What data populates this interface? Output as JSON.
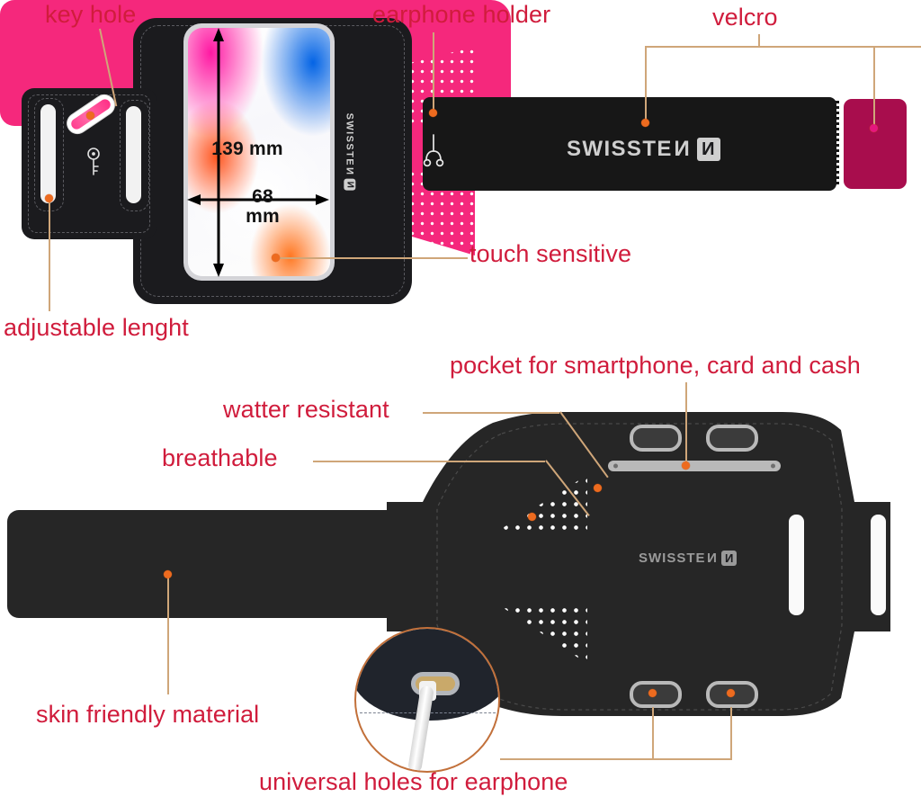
{
  "product": {
    "brand": "SWISSTEN",
    "brand_badge_glyph": "N",
    "type": "sports armband infographic"
  },
  "colors": {
    "label_text": "#d01c3c",
    "leader_line": "#cfa679",
    "leader_dot": "#ed6b1f",
    "leader_dot_alt": "#e5177e",
    "band_pink": "#f5287c",
    "velcro_patch": "#a80d4d",
    "band_black": "#1b1b1e",
    "band_black_back": "#262626",
    "logo_gray": "#cfcfcf",
    "dimension_text": "#121212"
  },
  "top_view": {
    "labels": [
      {
        "id": "key-hole",
        "text": "key hole"
      },
      {
        "id": "earphone-holder",
        "text": "earphone holder"
      },
      {
        "id": "velcro",
        "text": "velcro"
      },
      {
        "id": "touch-sensitive",
        "text": "touch sensitive"
      },
      {
        "id": "adjustable-lenght",
        "text": "adjustable lenght"
      }
    ],
    "dimensions": {
      "height": "139 mm",
      "width_value": "68",
      "width_unit": "mm"
    },
    "logo_text": "SWISSTE",
    "logo_flip_letter": "N",
    "badge_letter": "N"
  },
  "bottom_view": {
    "labels": [
      {
        "id": "pocket",
        "text": "pocket for smartphone, card and cash"
      },
      {
        "id": "watter-resistant",
        "text": "watter resistant"
      },
      {
        "id": "breathable",
        "text": "breathable"
      },
      {
        "id": "skin-friendly",
        "text": "skin friendly material"
      },
      {
        "id": "universal-holes",
        "text": "universal holes for earphone"
      }
    ],
    "logo_text": "SWISSTE",
    "logo_flip_letter": "N",
    "badge_letter": "N"
  },
  "icons": {
    "key": "key-icon",
    "earphone": "earphone-icon"
  }
}
